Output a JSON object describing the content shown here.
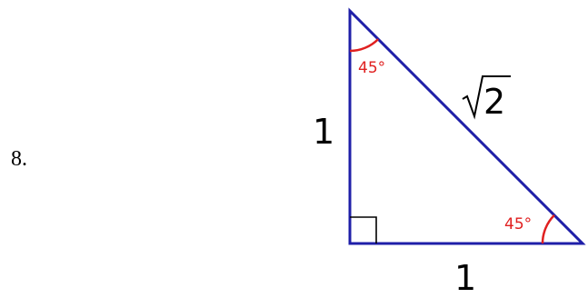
{
  "problem": {
    "number": "8."
  },
  "triangle": {
    "side_vertical": "1",
    "side_horizontal": "1",
    "hypotenuse_radicand": "2",
    "angle_top": "45°",
    "angle_right": "45°",
    "right_angle_marker": "square"
  },
  "colors": {
    "triangle_stroke": "#1f1fa8",
    "angle_mark": "#e02020",
    "text": "#000000"
  }
}
